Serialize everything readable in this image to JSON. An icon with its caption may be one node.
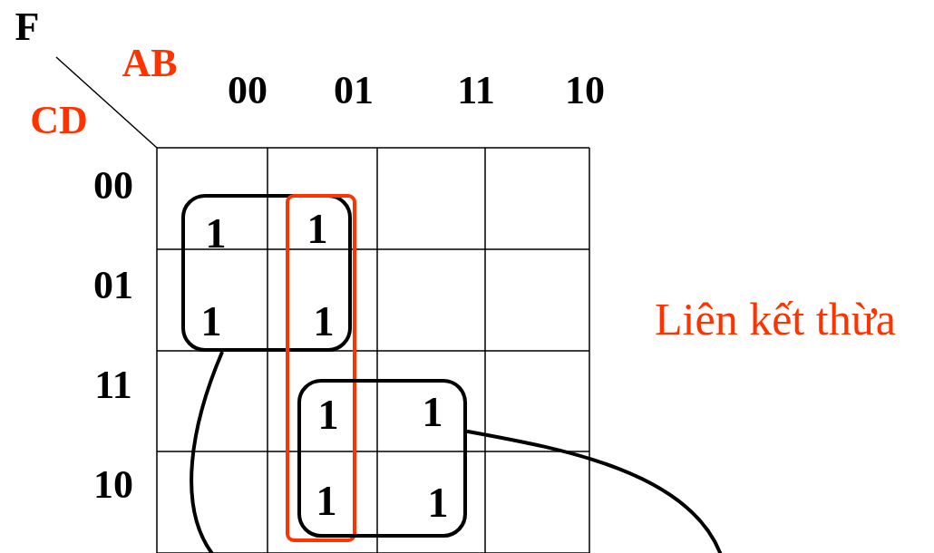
{
  "diagram": {
    "nodes": [
      {
        "text": [],
        "shape": "box"
      },
      {
        "text": [],
        "shape": "box"
      },
      {
        "text": [],
        "shape": "box"
      }
    ],
    "edges": [
      {
        "from": 0,
        "to": null,
        "arrow": "none"
      },
      {
        "from": 2,
        "to": null,
        "arrow": "none"
      }
    ],
    "labels": [
      "F",
      "AB",
      "00",
      "01",
      "11",
      "10",
      "CD",
      "00",
      "1",
      "1",
      "01",
      "1",
      "1",
      "Liên kết thừa",
      "11",
      "1",
      "1",
      "10",
      "1",
      "1"
    ]
  }
}
